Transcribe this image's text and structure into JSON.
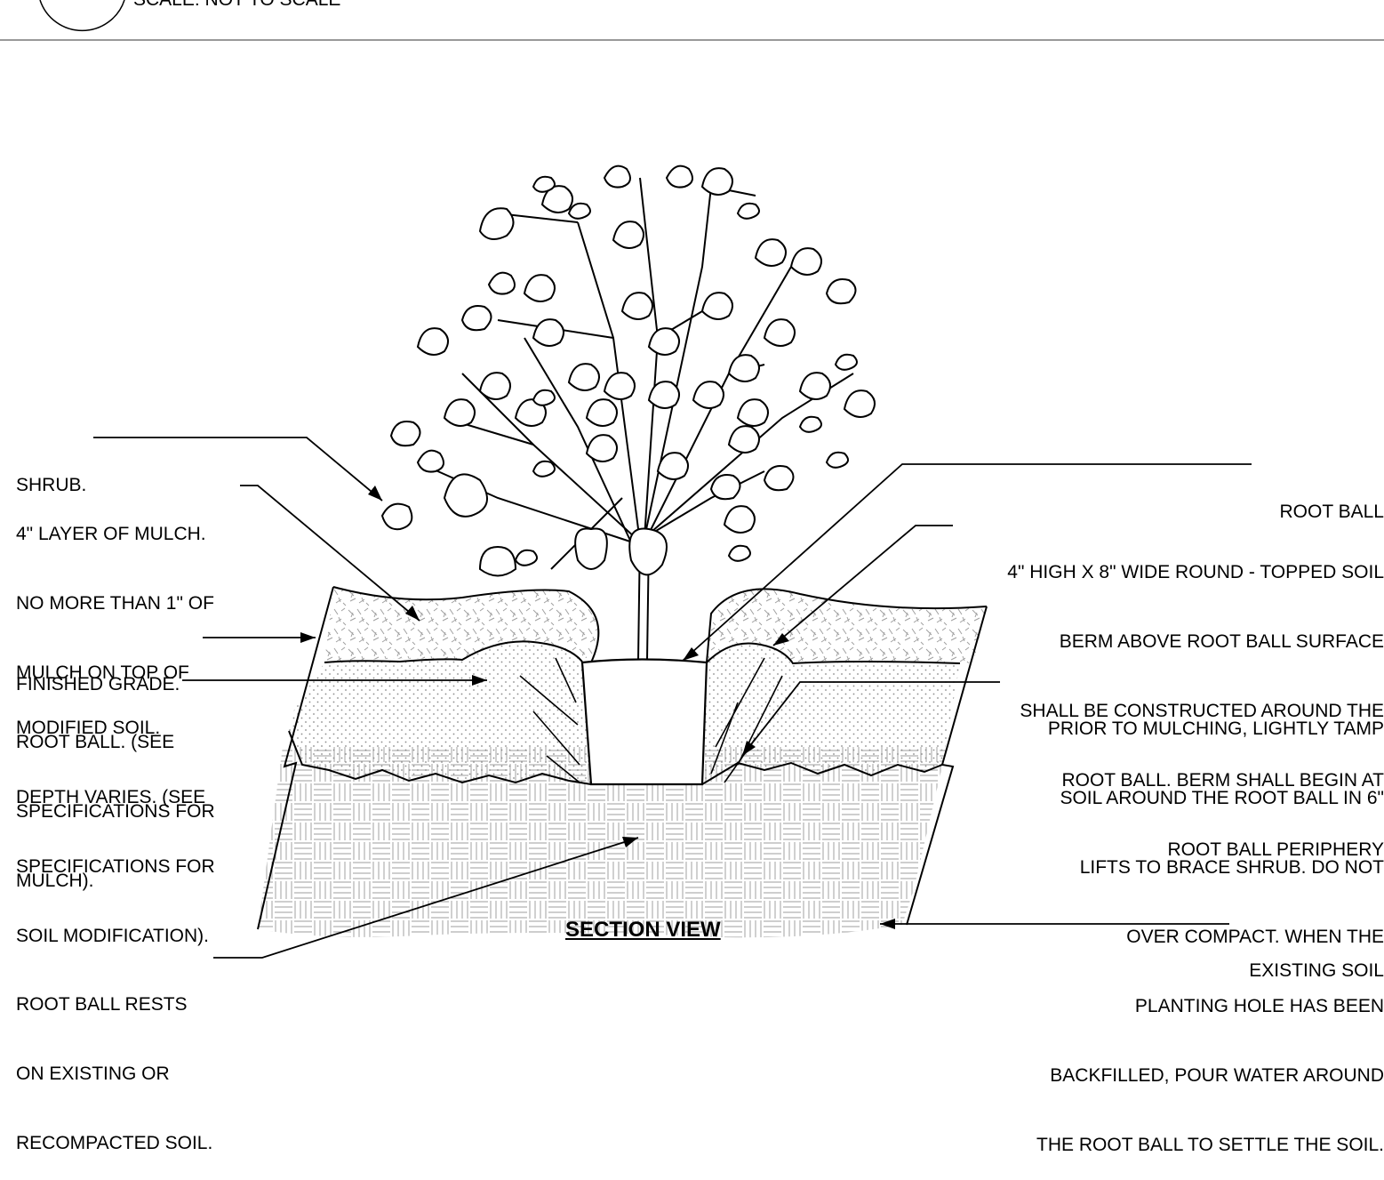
{
  "header": {
    "scale_text": "SCALE: NOT TO SCALE"
  },
  "title": "SECTION VIEW",
  "labels_left": {
    "shrub": [
      "SHRUB."
    ],
    "mulch": [
      "4\" LAYER OF MULCH.",
      "NO MORE THAN 1\" OF",
      "MULCH ON TOP OF",
      "ROOT BALL. (SEE",
      "SPECIFICATIONS FOR",
      "MULCH)."
    ],
    "finished_grade": [
      "FINISHED GRADE."
    ],
    "modified_soil": [
      "MODIFIED SOIL.",
      "DEPTH VARIES. (SEE",
      "SPECIFICATIONS FOR",
      "SOIL MODIFICATION)."
    ],
    "root_ball_rests": [
      "ROOT BALL RESTS",
      "ON EXISTING OR",
      "RECOMPACTED SOIL."
    ]
  },
  "labels_right": {
    "root_ball": [
      "ROOT BALL"
    ],
    "berm": [
      "4\" HIGH X 8\" WIDE ROUND - TOPPED SOIL",
      "BERM ABOVE ROOT BALL SURFACE",
      "SHALL BE CONSTRUCTED AROUND THE",
      "ROOT BALL. BERM SHALL BEGIN AT",
      "ROOT BALL PERIPHERY"
    ],
    "tamp": [
      "PRIOR TO MULCHING, LIGHTLY TAMP",
      "SOIL AROUND THE ROOT BALL IN 6\"",
      "LIFTS TO BRACE SHRUB. DO NOT",
      "OVER COMPACT. WHEN THE",
      "PLANTING HOLE HAS BEEN",
      "BACKFILLED, POUR WATER AROUND",
      "THE ROOT BALL TO SETTLE THE SOIL."
    ],
    "existing_soil": [
      "EXISTING SOIL"
    ]
  },
  "colors": {
    "line": "#000000",
    "hatch": "#9a9a9a",
    "background": "#ffffff"
  }
}
